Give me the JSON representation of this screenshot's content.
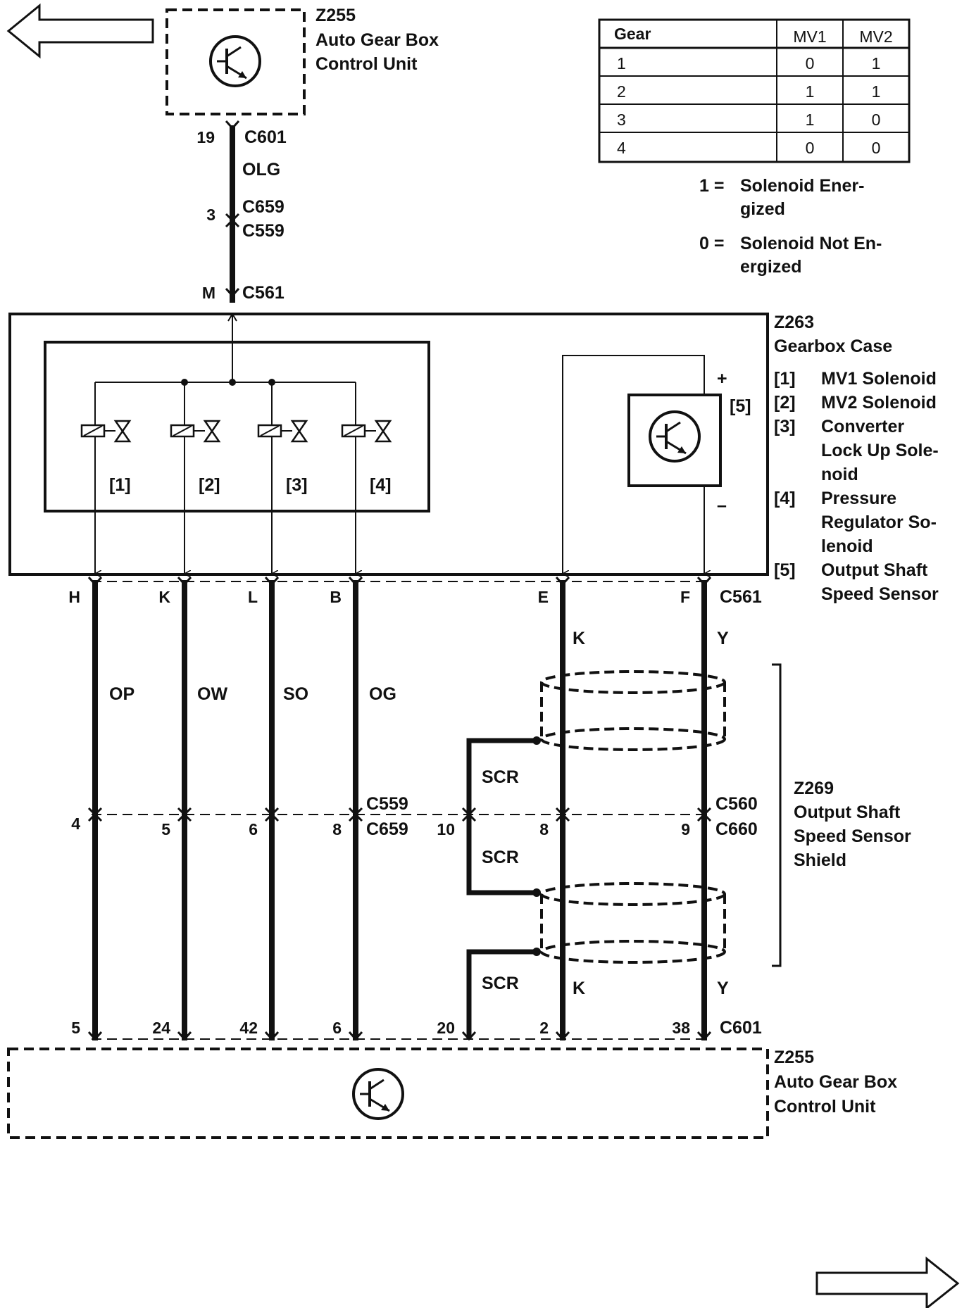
{
  "modules": {
    "top_ecu": {
      "id": "Z255",
      "line1": "Auto Gear Box",
      "line2": "Control Unit"
    },
    "bottom_ecu": {
      "id": "Z255",
      "line1": "Auto Gear Box",
      "line2": "Control Unit"
    },
    "gearbox": {
      "id": "Z263",
      "name": "Gearbox Case"
    },
    "shield": {
      "id": "Z269",
      "line1": "Output Shaft",
      "line2": "Speed Sensor",
      "line3": "Shield"
    }
  },
  "legend": {
    "items": [
      {
        "tag": "[1]",
        "lines": [
          "MV1 Solenoid"
        ]
      },
      {
        "tag": "[2]",
        "lines": [
          "MV2 Solenoid"
        ]
      },
      {
        "tag": "[3]",
        "lines": [
          "Converter",
          "Lock Up Sole-",
          "noid"
        ]
      },
      {
        "tag": "[4]",
        "lines": [
          "Pressure",
          "Regulator So-",
          "lenoid"
        ]
      },
      {
        "tag": "[5]",
        "lines": [
          "Output Shaft",
          "Speed Sensor"
        ]
      }
    ]
  },
  "solenoid_tags": [
    "[1]",
    "[2]",
    "[3]",
    "[4]"
  ],
  "sensor": {
    "tag": "[5]",
    "plus": "+",
    "minus": "–"
  },
  "gear_table": {
    "headers": [
      "Gear",
      "MV1",
      "MV2"
    ],
    "rows": [
      [
        "1",
        "0",
        "1"
      ],
      [
        "2",
        "1",
        "1"
      ],
      [
        "3",
        "1",
        "0"
      ],
      [
        "4",
        "0",
        "0"
      ]
    ]
  },
  "state_notes": {
    "one_key": "1 =",
    "one_line1": "Solenoid Ener-",
    "one_line2": "gized",
    "zero_key": "0 =",
    "zero_line1": "Solenoid Not En-",
    "zero_line2": "ergized"
  },
  "top_wire": {
    "pin_top": "19",
    "conn_top": "C601",
    "color": "OLG",
    "pin_mid": "3",
    "conn_mid1": "C659",
    "conn_mid2": "C559",
    "pin_bot": "M",
    "conn_bot": "C561"
  },
  "c561_label": "C561",
  "c601_label": "C601",
  "inline_left": {
    "conn1": "C559",
    "conn2": "C659"
  },
  "inline_right": {
    "conn1": "C560",
    "conn2": "C660"
  },
  "wires": [
    {
      "c561_pin": "H",
      "color": "OP",
      "inline_pin": "4",
      "c601_pin": "5"
    },
    {
      "c561_pin": "K",
      "color": "OW",
      "inline_pin": "5",
      "c601_pin": "24"
    },
    {
      "c561_pin": "L",
      "color": "SO",
      "inline_pin": "6",
      "c601_pin": "42"
    },
    {
      "c561_pin": "B",
      "color": "OG",
      "inline_pin": "8",
      "c601_pin": "6"
    }
  ],
  "sensor_wires": {
    "e": {
      "c561_pin": "E",
      "color_top": "K",
      "inline_pin": "8",
      "color_bot": "K",
      "c601_pin": "2"
    },
    "f": {
      "c561_pin": "F",
      "color_top": "Y",
      "inline_pin": "9",
      "color_bot": "Y",
      "c601_pin": "38"
    }
  },
  "scr_wire": {
    "label1": "SCR",
    "label2": "SCR",
    "label3": "SCR",
    "inline_pin": "10",
    "c601_pin": "20"
  },
  "colors": {
    "ink": "#111111",
    "paper": "#ffffff"
  },
  "icons": [
    "left-arrow-icon",
    "right-arrow-icon",
    "transistor-icon",
    "solenoid-icon",
    "valve-icon",
    "shield-loop-icon"
  ]
}
